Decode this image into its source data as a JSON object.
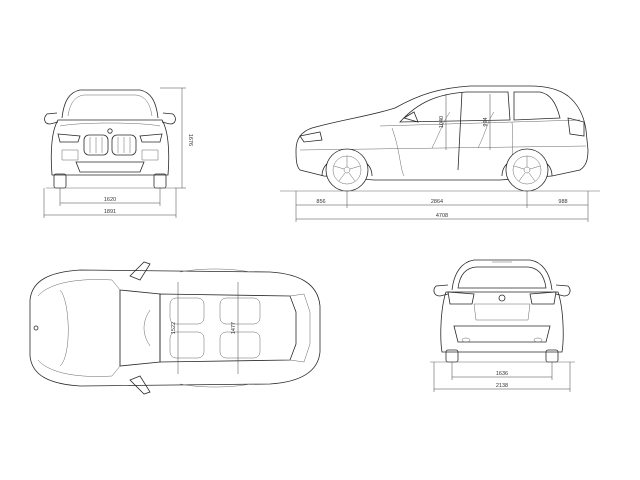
{
  "views": {
    "front": {
      "track_front": "1620",
      "width": "1891",
      "height": "1676"
    },
    "side": {
      "front_overhang": "856",
      "wheelbase": "2864",
      "rear_overhang": "988",
      "length": "4708",
      "front_headroom": "1040",
      "rear_headroom": "994"
    },
    "top": {
      "front_shoulder": "1522",
      "rear_shoulder": "1477"
    },
    "rear": {
      "track_rear": "1636",
      "width_mirrors": "2138"
    }
  },
  "colors": {
    "line": "#2a2a2a",
    "dimension": "#444444",
    "background": "#ffffff"
  }
}
